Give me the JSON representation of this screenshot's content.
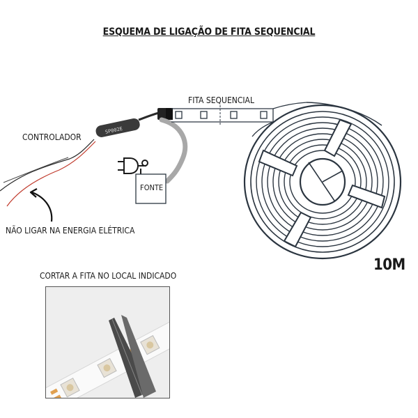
{
  "title": "ESQUEMA DE LIGAÇÃO DE FITA SEQUENCIAL",
  "labels": {
    "strip": "FITA SEQUENCIAL",
    "controller": "CONTROLADOR",
    "power_supply": "FONTE",
    "warning": "NÃO LIGAR NA ENERGIA ELÉTRICA",
    "length": "10M",
    "cut_instruction": "CORTAR A FITA NO LOCAL INDICADO"
  },
  "controller_text": "SP002E",
  "colors": {
    "line": "#2b3540",
    "wire_red": "#c0392b",
    "cable_gray": "#9a9a9a"
  }
}
